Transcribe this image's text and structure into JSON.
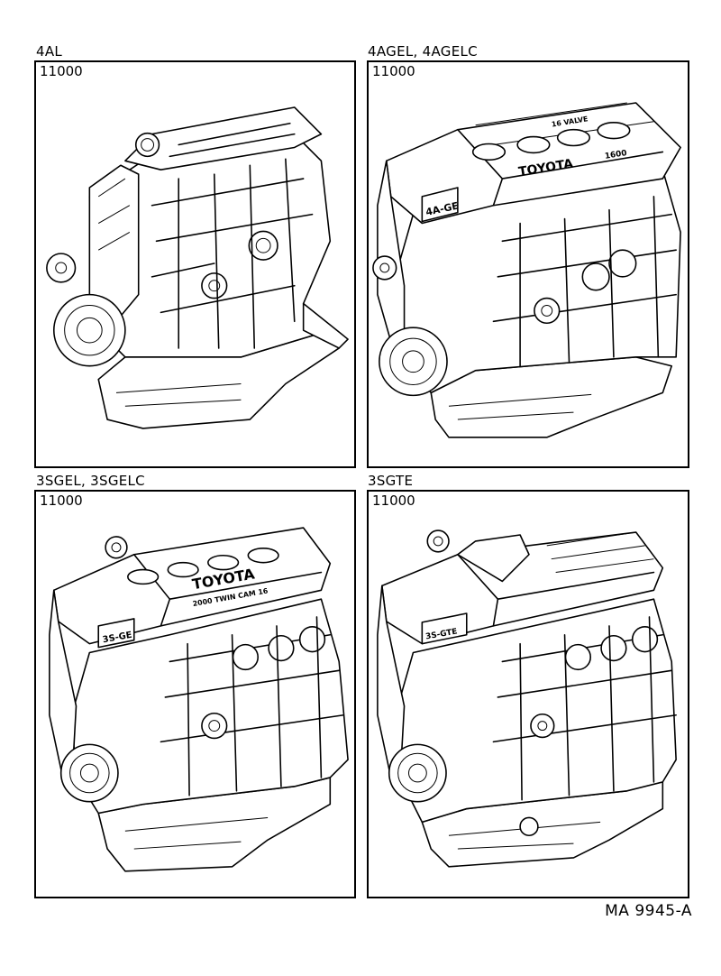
{
  "panels": [
    {
      "caption": "4AL",
      "part_no": "11000",
      "engine_label": ""
    },
    {
      "caption": "4AGEL, 4AGELC",
      "part_no": "11000",
      "engine_label": "4A-GE",
      "cover_text": "TOYOTA",
      "cover_sub": "1600",
      "cover_sub2": "16 VALVE"
    },
    {
      "caption": "3SGEL, 3SGELC",
      "part_no": "11000",
      "engine_label": "3S-GE",
      "cover_text": "TOYOTA",
      "cover_sub": "2000 TWIN CAM 16"
    },
    {
      "caption": "3SGTE",
      "part_no": "11000",
      "engine_label": "3S-GTE"
    }
  ],
  "footer": {
    "code": "MA 9945-A"
  },
  "icons": [
    "engine-4al",
    "engine-4agel",
    "engine-3sgel",
    "engine-3sgte"
  ]
}
